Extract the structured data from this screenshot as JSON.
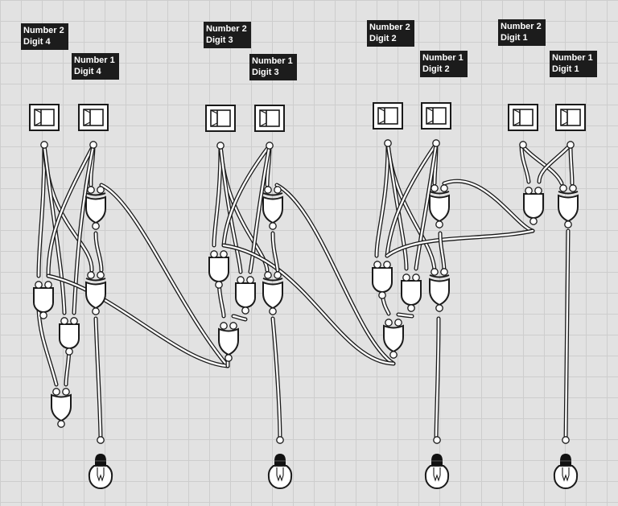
{
  "canvas": {
    "background": "#e2e2e2",
    "grid_color": "#cdcdcd",
    "wire_color": "#1a1a1a",
    "wire_fill": "#ffffff",
    "lamp_base": "#111111"
  },
  "labels": {
    "n2d4": {
      "line1": "Number 2",
      "line2": "Digit 4"
    },
    "n1d4": {
      "line1": "Number 1",
      "line2": "Digit 4"
    },
    "n2d3": {
      "line1": "Number 2",
      "line2": "Digit 3"
    },
    "n1d3": {
      "line1": "Number 1",
      "line2": "Digit 3"
    },
    "n2d2": {
      "line1": "Number 2",
      "line2": "Digit 2"
    },
    "n1d2": {
      "line1": "Number 1",
      "line2": "Digit 2"
    },
    "n2d1": {
      "line1": "Number 2",
      "line2": "Digit 1"
    },
    "n1d1": {
      "line1": "Number 1",
      "line2": "Digit 1"
    }
  },
  "components": {
    "switches": [
      "switch-n2d4",
      "switch-n1d4",
      "switch-n2d3",
      "switch-n1d3",
      "switch-n2d2",
      "switch-n1d2",
      "switch-n2d1",
      "switch-n1d1"
    ],
    "gates": [
      "xor-gate",
      "and-gate",
      "or-gate"
    ],
    "outputs": [
      "light-bulb-icon"
    ]
  }
}
